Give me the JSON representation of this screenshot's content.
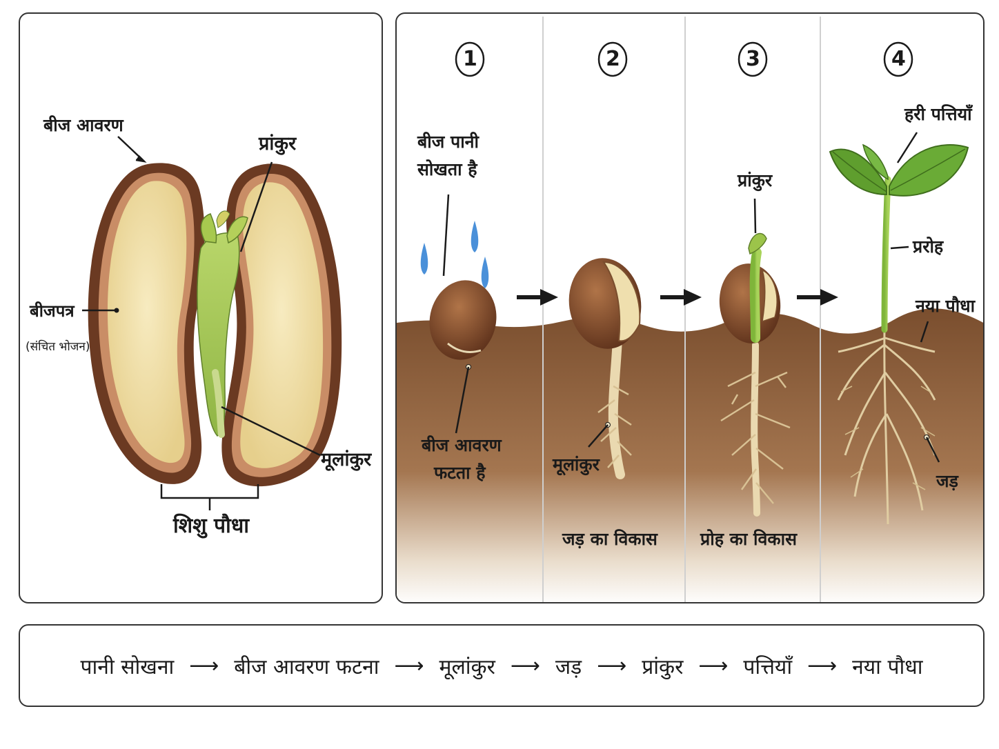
{
  "seed_diagram": {
    "label_seed_coat": "बीज आवरण",
    "label_plumule": "प्रांकुर",
    "label_cotyledon": "बीजपत्र",
    "label_cotyledon_note": "(संचित भोजन)",
    "label_radicle": "मूलांकुर",
    "label_embryo": "शिशु पौधा"
  },
  "stages": [
    {
      "number": "1",
      "top_label": [
        "बीज पानी",
        "सोखता है"
      ],
      "bottom_label": [
        "बीज आवरण",
        "फटता है"
      ]
    },
    {
      "number": "2",
      "pointer_label": "मूलांकुर",
      "caption": "जड़ का विकास"
    },
    {
      "number": "3",
      "pointer_label": "प्रांकुर",
      "caption": "प्रोह का विकास"
    },
    {
      "number": "4",
      "label_leaves": "हरी पत्तियाँ",
      "label_shoot": "प्ररोह",
      "label_new_plant": "नया पौधा",
      "label_root": "जड़"
    }
  ],
  "sequence": {
    "items": [
      "पानी सोखना",
      "बीज आवरण फटना",
      "मूलांकुर",
      "जड़",
      "प्रांकुर",
      "पत्तियाँ",
      "नया पौधा"
    ],
    "arrow": "⟶"
  },
  "colors": {
    "seed_coat": "#6b3a22",
    "cotyledon": "#f1dfa6",
    "sprout_green": "#9cc44a",
    "leaf_green": "#5f9e2e",
    "soil": "#8a5a36",
    "root": "#e6d3a8",
    "water": "#4a90d9"
  }
}
